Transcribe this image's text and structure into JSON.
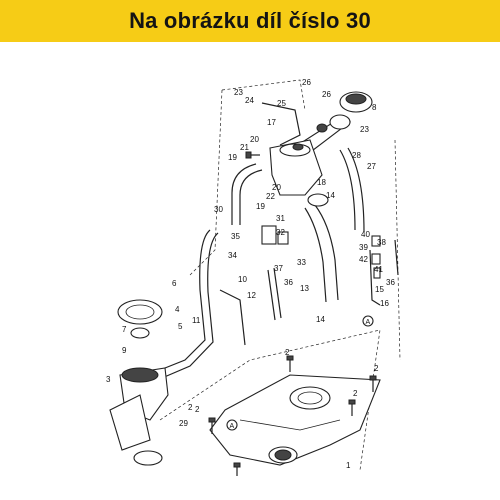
{
  "banner": {
    "text": "Na obrázku díl číslo 30",
    "color": "#f6cc16"
  },
  "callouts": [
    "1",
    "2",
    "2",
    "2",
    "2",
    "2",
    "3",
    "4",
    "5",
    "6",
    "7",
    "8",
    "9",
    "10",
    "11",
    "12",
    "13",
    "14",
    "14",
    "15",
    "16",
    "17",
    "18",
    "19",
    "19",
    "20",
    "20",
    "21",
    "22",
    "23",
    "23",
    "24",
    "25",
    "26",
    "26",
    "27",
    "28",
    "29",
    "30",
    "31",
    "32",
    "33",
    "34",
    "35",
    "36",
    "36",
    "37",
    "38",
    "39",
    "40",
    "41",
    "42"
  ],
  "refs": [
    "A",
    "A"
  ]
}
